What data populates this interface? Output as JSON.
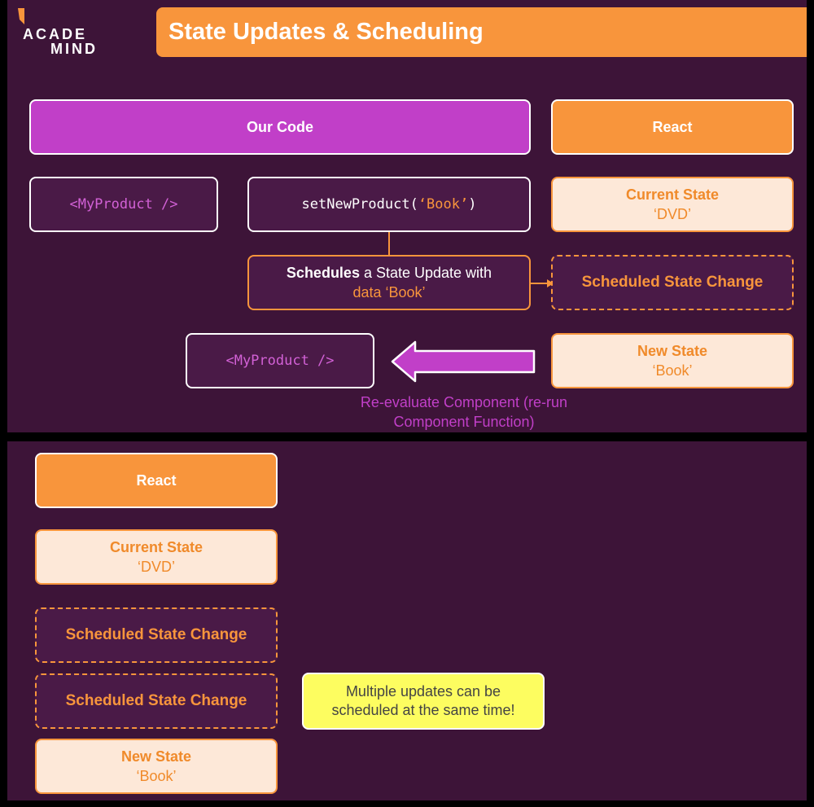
{
  "logo": {
    "line1": "ACADE",
    "line2": "MIND"
  },
  "title": "State Updates & Scheduling",
  "top": {
    "our_code_label": "Our Code",
    "react_label": "React",
    "component_left": "<MyProduct />",
    "set_call": {
      "fn": "setNewProduct(",
      "arg": "‘Book’",
      "close": ")"
    },
    "current_state": {
      "title": "Current State",
      "value": "‘DVD’"
    },
    "schedules": {
      "bold": "Schedules",
      "rest": " a State Update with",
      "line2": "data ‘Book’"
    },
    "scheduled_change": "Scheduled State Change",
    "component_rerender": "<MyProduct />",
    "new_state": {
      "title": "New State",
      "value": "‘Book’"
    },
    "reevaluate": {
      "line1": "Re-evaluate Component (re-run",
      "line2": "Component Function)"
    }
  },
  "bottom": {
    "react_label": "React",
    "current_state": {
      "title": "Current State",
      "value": "‘DVD’"
    },
    "scheduled_change_1": "Scheduled State Change",
    "scheduled_change_2": "Scheduled State Change",
    "new_state": {
      "title": "New State",
      "value": "‘Book’"
    },
    "note": {
      "line1": "Multiple updates can be",
      "line2": "scheduled at the same time!"
    }
  },
  "colors": {
    "panel_bg": "#3d1438",
    "purple": "#c13fc8",
    "orange": "#f8953c",
    "cream": "#fde8d8",
    "note_yellow": "#fdfd60"
  }
}
